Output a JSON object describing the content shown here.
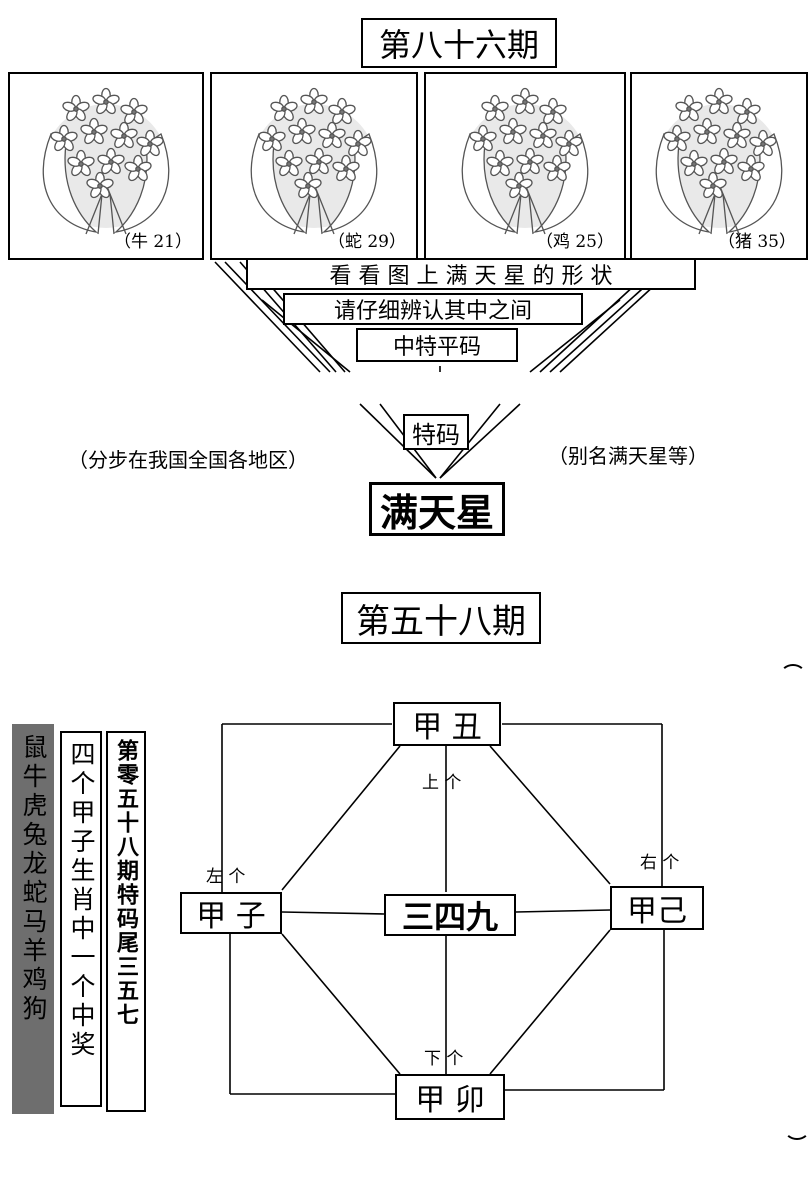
{
  "issue86": {
    "title": "第八十六期",
    "panels": [
      {
        "label": "（牛 21）"
      },
      {
        "label": "（蛇 29）"
      },
      {
        "label": "（鸡 25）"
      },
      {
        "label": "（猪 35）"
      }
    ],
    "line1": "看 看 图 上 满 天 星 的 形 状",
    "line2": "请仔细辨认其中之间",
    "line3": "中特平码",
    "special_code": "特码",
    "left_note": "（分步在我国全国各地区）",
    "right_note": "（别名满天星等）",
    "answer": "满天星"
  },
  "issue58": {
    "title": "第五十八期",
    "col_zodiac": "鼠牛虎兔龙蛇马羊鸡狗",
    "col_hint": "四个甲子生肖中一个中奖",
    "col_tail": "第零五十八期特码尾三五七",
    "nodes": {
      "top": "甲 丑",
      "left": "甲 子",
      "right": "甲己",
      "bottom": "甲 卯",
      "center": "三四九"
    },
    "labels": {
      "up": "上 个",
      "left": "左 个",
      "right": "右 个",
      "down": "下 个"
    }
  },
  "icons": [
    "flower-bouquet-icon"
  ],
  "colors": {
    "ink": "#000000",
    "paper": "#ffffff",
    "shade": "#6e6e6e"
  }
}
